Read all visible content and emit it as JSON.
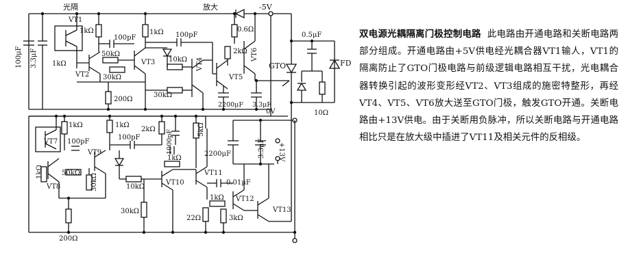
{
  "header_labels": {
    "optocoupler": "光隔",
    "amplifier": "放大",
    "supply_neg5": "-5V",
    "supply_0v": "0V",
    "supply_pos13": "+13V"
  },
  "components": {
    "vt1": "VT1",
    "vt2": "VT2",
    "vt3": "VT3",
    "vt4": "VT4",
    "vt5": "VT5",
    "vt6": "VT6",
    "vt7": "VT7",
    "vt8": "VT8",
    "vt9": "VT9",
    "vt10": "VT10",
    "vt11": "VT11",
    "vt12": "VT12",
    "vt13": "VT13",
    "r1k_a": "1kΩ",
    "r1k_b": "1kΩ",
    "r1k_c": "1kΩ",
    "r1k_d": "1kΩ",
    "r1k_e": "1kΩ",
    "r1k_f": "1kΩ",
    "r1k_g": "1kΩ",
    "r1k_h": "1kΩ",
    "c100p_a": "100pF",
    "c100p_b": "100pF",
    "c100p_c": "100pF",
    "c100p_d": "100pF",
    "c1000p": "1000pF",
    "r50k_a": "50kΩ",
    "r50k_b": "50kΩ",
    "r30k_a": "30kΩ",
    "r30k_b": "30kΩ",
    "r30k_c": "30kΩ",
    "r30k_d": "30kΩ",
    "r10k_a": "10kΩ",
    "r10k_b": "10kΩ",
    "r200_a": "200Ω",
    "r200_b": "200Ω",
    "r2k_a": "2kΩ",
    "r2k_b": "2kΩ",
    "r06k": "0.6Ω",
    "r5k": "5kΩ",
    "r22": "22Ω",
    "r3k": "3kΩ",
    "r10": "10Ω",
    "c100u": "100μF",
    "c33u_a": "3.3μF",
    "c33u_b": "3.3μF",
    "c33u_c": "3.3μF",
    "c2200u_a": "2200μF",
    "c2200u_b": "2200μF",
    "c001u": "0.01μF",
    "c05u": "0.5μF",
    "gto": "GTO",
    "fd": "FD"
  },
  "caption": {
    "title": "双电源光耦隔离门极控制电路",
    "body": "此电路由开通电路和关断电路两部分组成。开通电路由+5V供电经光耦合器VT1输人，VT1的隔离防止了GTO门极电路与前级逻辑电路相互干扰，光电耦合器转换引起的波形变形经VT2、VT3组成的施密特整形，再经VT4、VT5、VT6放大送至GTO门极，触发GTO开通。关断电路由+13V供电。由于关断用负脉冲，所以关断电路与开通电路相比只是在放大级中插进了VT11及相关元件的反相级。"
  },
  "colors": {
    "ink": "#111111",
    "background": "#ffffff"
  }
}
